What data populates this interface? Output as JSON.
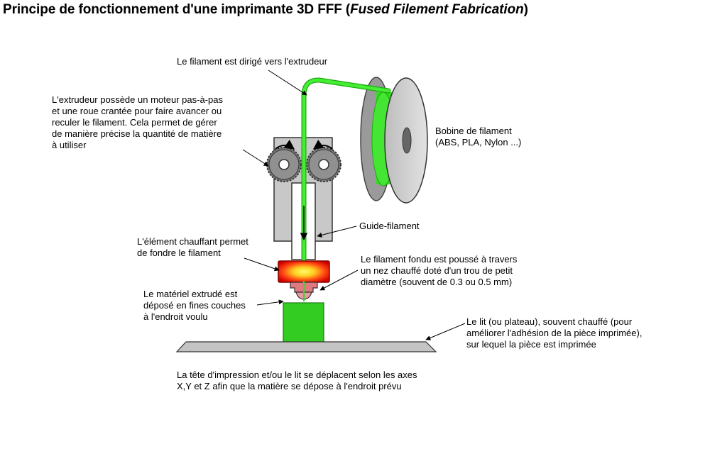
{
  "title": {
    "main": "Principe de fonctionnement d'une imprimante 3D FFF (",
    "italic": "Fused Filement Fabrication",
    "end": ")"
  },
  "labels": {
    "filament_direction": "Le filament est dirigé vers l'extrudeur",
    "extruder": "L'extrudeur possède un moteur pas-à-pas\net une roue crantée pour faire avancer ou\nreculer le filament. Cela permet de gérer\nde manière précise la quantité de matière\nà utiliser",
    "spool": "Bobine de filament\n(ABS, PLA, Nylon ...)",
    "guide": "Guide-filament",
    "heater": "L'élément chauffant permet\nde fondre le filament",
    "nozzle": "Le filament fondu est poussé à travers\nun nez chauffé doté d'un trou de petit\ndiamètre (souvent de 0.3 ou 0.5 mm)",
    "extruded": "Le matériel extrudé est\ndéposé en fines couches\nà l'endroit voulu",
    "bed": "Le lit (ou plateau), souvent chauffé (pour\naméliorer l'adhésion de la pièce imprimée),\nsur lequel la pièce est imprimée",
    "axes": "La tête d'impression et/ou le lit se déplacent selon les axes\nX,Y et Z afin que la matière se dépose à l'endroit prévu"
  },
  "colors": {
    "filament": "#33dd22",
    "filament_dark": "#1faa12",
    "housing": "#c8c8c8",
    "heater_core": "#ffee33",
    "heater_edge": "#dd1100",
    "nozzle": "#e07a80",
    "printed_part": "#33cc22",
    "bed": "#c4c4c4"
  },
  "icons": [
    "gear-icon",
    "spool-icon",
    "arrow-icon"
  ]
}
